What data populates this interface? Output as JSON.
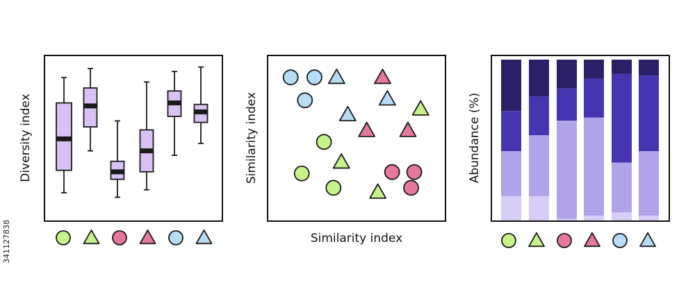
{
  "side_text": "341127838",
  "colors": {
    "green": "#c7f28a",
    "pink": "#e5789f",
    "blue": "#b6dcf6",
    "box_fill": "#d8c2f3",
    "stroke": "#1a1a1a",
    "stack": [
      "#2b1f68",
      "#4535b0",
      "#b0a3ea",
      "#d8cdf7"
    ]
  },
  "chart_data": [
    {
      "type": "box",
      "ylabel": "Diversity index",
      "ylim": [
        0,
        100
      ],
      "boxes": [
        {
          "min": 12,
          "q1": 27,
          "median": 48,
          "q3": 72,
          "max": 89
        },
        {
          "min": 40,
          "q1": 56,
          "median": 70,
          "q3": 82,
          "max": 95
        },
        {
          "min": 9,
          "q1": 21,
          "median": 26,
          "q3": 33,
          "max": 60
        },
        {
          "min": 14,
          "q1": 26,
          "median": 40,
          "q3": 54,
          "max": 86
        },
        {
          "min": 37,
          "q1": 63,
          "median": 72,
          "q3": 80,
          "max": 93
        },
        {
          "min": 45,
          "q1": 59,
          "median": 66,
          "q3": 71,
          "max": 96
        }
      ],
      "legend": [
        {
          "shape": "circle",
          "color": "green"
        },
        {
          "shape": "triangle",
          "color": "green"
        },
        {
          "shape": "circle",
          "color": "pink"
        },
        {
          "shape": "triangle",
          "color": "pink"
        },
        {
          "shape": "circle",
          "color": "blue"
        },
        {
          "shape": "triangle",
          "color": "blue"
        }
      ]
    },
    {
      "type": "scatter",
      "xlabel": "Similarity index",
      "ylabel": "Similarity index",
      "xlim": [
        0,
        100
      ],
      "ylim": [
        0,
        100
      ],
      "points": [
        {
          "x": 8,
          "y": 92,
          "shape": "circle",
          "color": "blue"
        },
        {
          "x": 23,
          "y": 92,
          "shape": "circle",
          "color": "blue"
        },
        {
          "x": 37,
          "y": 92,
          "shape": "triangle",
          "color": "blue"
        },
        {
          "x": 66,
          "y": 92,
          "shape": "triangle",
          "color": "pink"
        },
        {
          "x": 17,
          "y": 76,
          "shape": "circle",
          "color": "blue"
        },
        {
          "x": 69,
          "y": 77,
          "shape": "triangle",
          "color": "blue"
        },
        {
          "x": 90,
          "y": 70,
          "shape": "triangle",
          "color": "green"
        },
        {
          "x": 44,
          "y": 66,
          "shape": "triangle",
          "color": "blue"
        },
        {
          "x": 56,
          "y": 55,
          "shape": "triangle",
          "color": "pink"
        },
        {
          "x": 82,
          "y": 55,
          "shape": "triangle",
          "color": "pink"
        },
        {
          "x": 29,
          "y": 47,
          "shape": "circle",
          "color": "green"
        },
        {
          "x": 40,
          "y": 33,
          "shape": "triangle",
          "color": "green"
        },
        {
          "x": 15,
          "y": 25,
          "shape": "circle",
          "color": "green"
        },
        {
          "x": 72,
          "y": 26,
          "shape": "circle",
          "color": "pink"
        },
        {
          "x": 86,
          "y": 26,
          "shape": "circle",
          "color": "pink"
        },
        {
          "x": 35,
          "y": 15,
          "shape": "circle",
          "color": "green"
        },
        {
          "x": 84,
          "y": 15,
          "shape": "circle",
          "color": "pink"
        },
        {
          "x": 63,
          "y": 12,
          "shape": "triangle",
          "color": "green"
        }
      ]
    },
    {
      "type": "stacked_bar",
      "ylabel": "Abundance (%)",
      "ylim": [
        0,
        100
      ],
      "bars": [
        [
          32,
          25,
          28,
          15
        ],
        [
          23,
          24,
          38,
          15
        ],
        [
          18,
          20,
          61,
          1
        ],
        [
          12,
          24,
          61,
          3
        ],
        [
          9,
          55,
          31,
          5
        ],
        [
          10,
          47,
          40,
          3
        ]
      ],
      "legend": [
        {
          "shape": "circle",
          "color": "green"
        },
        {
          "shape": "triangle",
          "color": "green"
        },
        {
          "shape": "circle",
          "color": "pink"
        },
        {
          "shape": "triangle",
          "color": "pink"
        },
        {
          "shape": "circle",
          "color": "blue"
        },
        {
          "shape": "triangle",
          "color": "blue"
        }
      ]
    }
  ]
}
